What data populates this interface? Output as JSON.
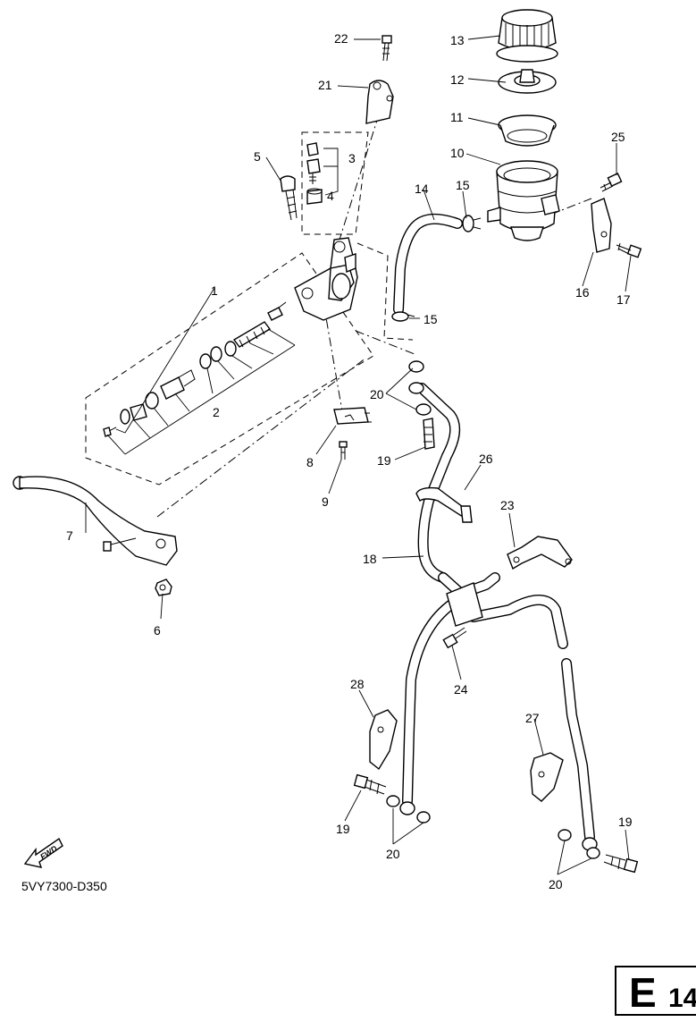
{
  "figure_code": "5VY7300-D350",
  "fwd_label": "FWD",
  "page_tag": {
    "letter": "E",
    "number": "14"
  },
  "callouts": {
    "c1": "1",
    "c2": "2",
    "c3": "3",
    "c4": "4",
    "c5": "5",
    "c6": "6",
    "c7": "7",
    "c8": "8",
    "c9": "9",
    "c10": "10",
    "c11": "11",
    "c12": "12",
    "c13": "13",
    "c14": "14",
    "c15a": "15",
    "c15b": "15",
    "c16": "16",
    "c17": "17",
    "c18": "18",
    "c19a": "19",
    "c19b": "19",
    "c19c": "19",
    "c20a": "20",
    "c20b": "20",
    "c20c": "20",
    "c21": "21",
    "c22": "22",
    "c23": "23",
    "c24": "24",
    "c25": "25",
    "c26": "26",
    "c27": "27",
    "c28": "28"
  }
}
